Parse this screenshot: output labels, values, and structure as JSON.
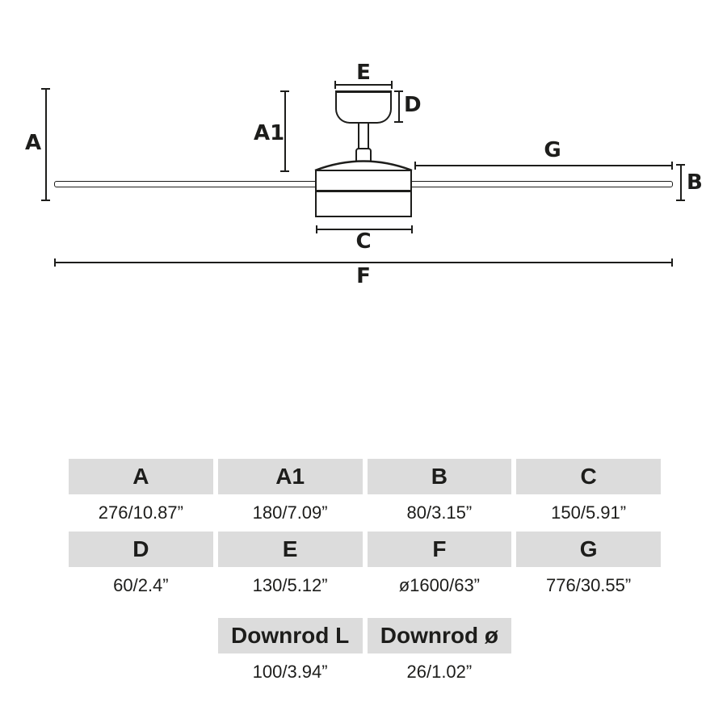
{
  "diagram": {
    "labels": {
      "a": "A",
      "a1": "A1",
      "b": "B",
      "c": "C",
      "d": "D",
      "e": "E",
      "f": "F",
      "g": "G"
    },
    "parts": [
      "canopy",
      "downrod",
      "ball-coupler",
      "motor-housing",
      "blade-left",
      "blade-right"
    ]
  },
  "table": {
    "row1_headers": [
      "A",
      "A1",
      "B",
      "C"
    ],
    "row1_values": [
      "276/10.87”",
      "180/7.09”",
      "80/3.15”",
      "150/5.91”"
    ],
    "row2_headers": [
      "D",
      "E",
      "F",
      "G"
    ],
    "row2_values": [
      "60/2.4”",
      "130/5.12”",
      "ø1600/63”",
      "776/30.55”"
    ],
    "row3_headers": [
      "Downrod L",
      "Downrod ø"
    ],
    "row3_values": [
      "100/3.94”",
      "26/1.02”"
    ]
  },
  "colors": {
    "line": "#1d1d1b",
    "text": "#1d1d1b",
    "header_bg": "#dcdcdc",
    "background": "#ffffff"
  }
}
